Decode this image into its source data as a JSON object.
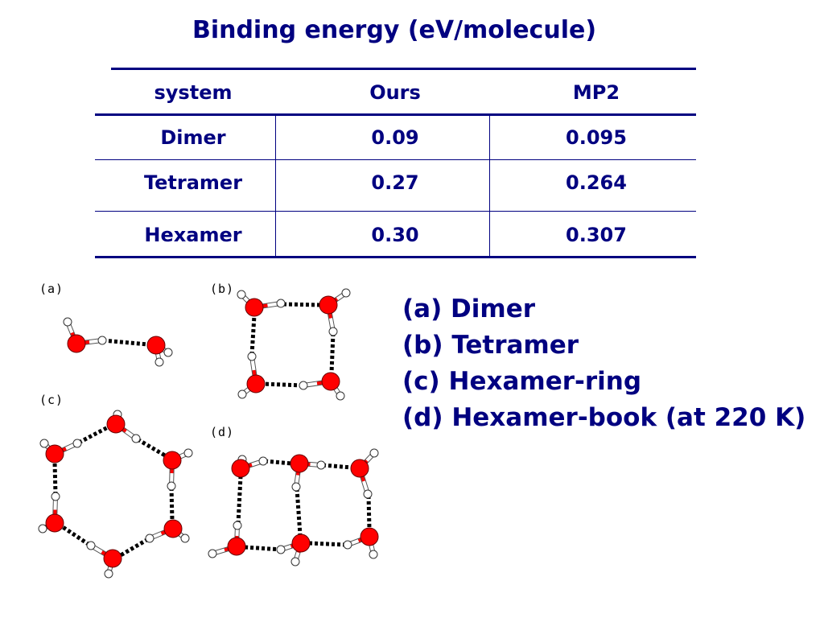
{
  "title": "Binding energy (eV/molecule)",
  "table": {
    "headers": [
      "system",
      "Ours",
      "MP2"
    ],
    "rows": [
      [
        "Dimer",
        "0.09",
        "0.095"
      ],
      [
        "Tetramer",
        "0.27",
        "0.264"
      ],
      [
        "Hexamer",
        "0.30",
        "0.307"
      ]
    ]
  },
  "panel_labels": [
    "(a)",
    "(b)",
    "(c)",
    "(d)"
  ],
  "legend": [
    "(a) Dimer",
    "(b) Tetramer",
    "(c) Hexamer-ring",
    "(d) Hexamer-book (at 220 K)"
  ],
  "colors": {
    "text": "#000080",
    "oxygen": "#ff0000",
    "hydrogen": "#ffffff",
    "bond": "#000000"
  }
}
